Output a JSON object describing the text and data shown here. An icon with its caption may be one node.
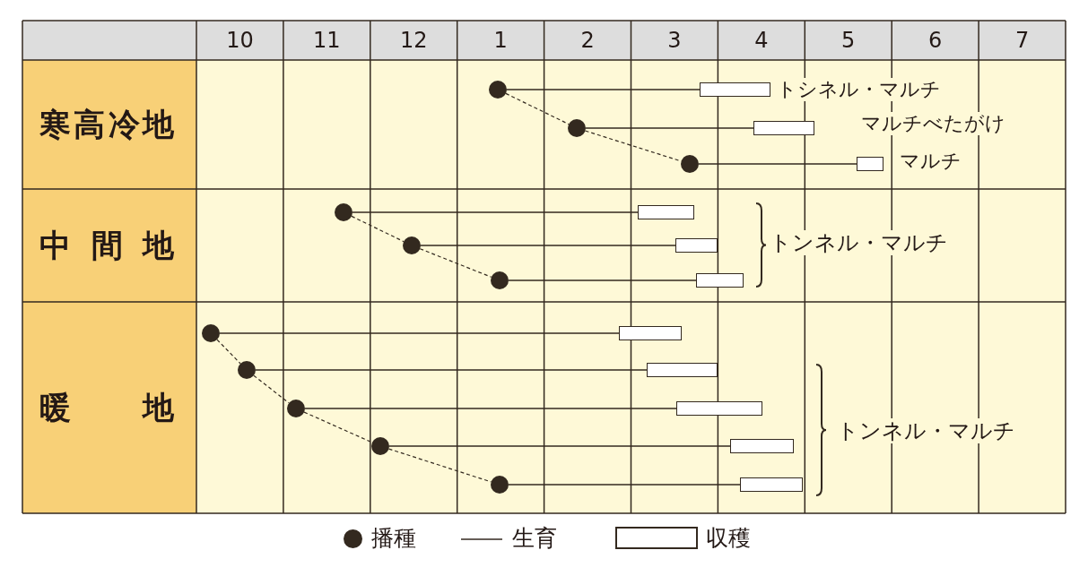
{
  "diagram": {
    "nodes": [
      {
        "text": [],
        "shape": "circle"
      },
      {
        "text": [],
        "shape": "bar",
        "beside": [
          "トシネル・マルチ"
        ]
      },
      {
        "text": [],
        "shape": "circle"
      },
      {
        "text": [],
        "shape": "bar"
      },
      {
        "text": [],
        "shape": "circle"
      },
      {
        "text": [],
        "shape": "bar",
        "beside": [
          "マルチ"
        ]
      },
      {
        "text": [],
        "shape": "circle"
      },
      {
        "text": [],
        "shape": "bar"
      },
      {
        "text": [],
        "shape": "circle"
      },
      {
        "text": [],
        "shape": "bar"
      },
      {
        "text": [],
        "shape": "circle"
      },
      {
        "text": [],
        "shape": "bar"
      },
      {
        "text": [],
        "shape": "circle"
      },
      {
        "text": [],
        "shape": "bar"
      },
      {
        "text": [],
        "shape": "circle"
      },
      {
        "text": [],
        "shape": "bar"
      },
      {
        "text": [],
        "shape": "circle"
      },
      {
        "text": [],
        "shape": "bar"
      },
      {
        "text": [],
        "shape": "circle"
      },
      {
        "text": [],
        "shape": "bar"
      },
      {
        "text": [],
        "shape": "circle"
      },
      {
        "text": [],
        "shape": "bar"
      }
    ],
    "edges": [
      {
        "from": 0,
        "to": 1,
        "arrow": "none"
      },
      {
        "from": 0,
        "to": 2,
        "arrow": "none",
        "style": "dashed"
      },
      {
        "from": 2,
        "to": 3,
        "arrow": "none"
      },
      {
        "from": 2,
        "to": 4,
        "arrow": "none",
        "style": "dashed"
      },
      {
        "from": 4,
        "to": 5,
        "arrow": "none"
      },
      {
        "from": 6,
        "to": 7,
        "arrow": "none"
      },
      {
        "from": 6,
        "to": 8,
        "arrow": "none",
        "style": "dashed"
      },
      {
        "from": 8,
        "to": 9,
        "arrow": "none"
      },
      {
        "from": 8,
        "to": 10,
        "arrow": "none",
        "style": "dashed"
      },
      {
        "from": 10,
        "to": 11,
        "arrow": "none"
      },
      {
        "from": 12,
        "to": 13,
        "arrow": "none"
      },
      {
        "from": 12,
        "to": 14,
        "arrow": "none",
        "style": "dashed"
      },
      {
        "from": 14,
        "to": 15,
        "arrow": "none"
      },
      {
        "from": 14,
        "to": 16,
        "arrow": "none",
        "style": "dashed"
      },
      {
        "from": 16,
        "to": 17,
        "arrow": "none"
      },
      {
        "from": 16,
        "to": 18,
        "arrow": "none",
        "style": "dashed"
      },
      {
        "from": 18,
        "to": 19,
        "arrow": "none"
      },
      {
        "from": 18,
        "to": 20,
        "arrow": "none",
        "style": "dashed"
      },
      {
        "from": 20,
        "to": 21,
        "arrow": "none"
      }
    ],
    "labels": [
      "10",
      "11",
      "12",
      "1",
      "2",
      "3",
      "4",
      "5",
      "6",
      "7",
      "寒高冷地",
      "マルチべたがけ",
      "中間地",
      "トンネル・マルチ",
      "暖地",
      "トンネル・マルチ"
    ],
    "legend": [
      {
        "text": "播種"
      },
      {
        "text": "生育"
      },
      {
        "text": "収穫"
      }
    ]
  }
}
